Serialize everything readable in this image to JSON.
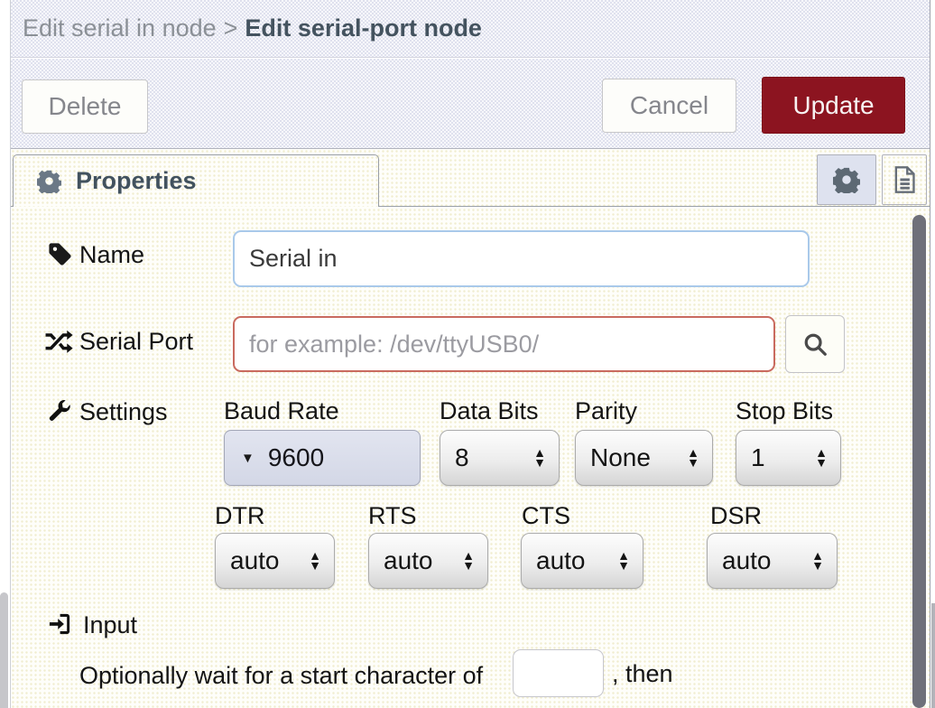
{
  "header": {
    "breadcrumb_prefix": "Edit serial in node",
    "separator": ">",
    "title": "Edit serial-port node"
  },
  "toolbar": {
    "delete_label": "Delete",
    "cancel_label": "Cancel",
    "update_label": "Update"
  },
  "tabs": {
    "properties_label": "Properties"
  },
  "form": {
    "name": {
      "label": "Name",
      "value": "Serial in"
    },
    "serial_port": {
      "label": "Serial Port",
      "placeholder": "for example: /dev/ttyUSB0/"
    },
    "settings": {
      "label": "Settings",
      "baud": {
        "label": "Baud Rate",
        "value": "9600"
      },
      "data_bits": {
        "label": "Data Bits",
        "value": "8"
      },
      "parity": {
        "label": "Parity",
        "value": "None"
      },
      "stop_bits": {
        "label": "Stop Bits",
        "value": "1"
      },
      "dtr": {
        "label": "DTR",
        "value": "auto"
      },
      "rts": {
        "label": "RTS",
        "value": "auto"
      },
      "cts": {
        "label": "CTS",
        "value": "auto"
      },
      "dsr": {
        "label": "DSR",
        "value": "auto"
      }
    },
    "input_section": {
      "label": "Input",
      "wait_text_before": "Optionally wait for a start character of",
      "start_char_value": "",
      "wait_text_after": ", then"
    }
  },
  "icons": {
    "caret_down": "▼",
    "spinner_up": "▲",
    "spinner_down": "▼"
  },
  "colors": {
    "accent_red": "#8c1420",
    "error_border": "#c96a5f",
    "focus_border": "#a9c9ea",
    "tray_background": "#e9eaf2",
    "body_background": "#fdfdf4",
    "title_text": "#44535f",
    "muted_text": "#8b9096"
  }
}
